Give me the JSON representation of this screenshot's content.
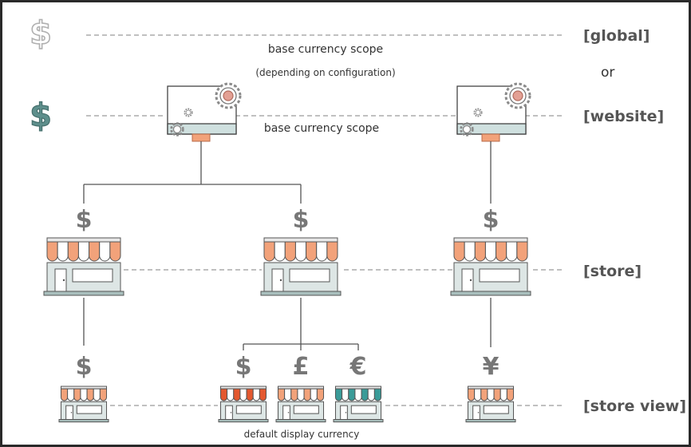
{
  "scopes": {
    "global": "[global]",
    "or": "or",
    "website": "[website]",
    "store": "[store]",
    "store_view": "[store view]"
  },
  "labels": {
    "base_scope_top": "base currency scope",
    "depending": "(depending on configuration)",
    "base_scope_website": "base currency scope",
    "default_display": "default display currency"
  },
  "currencies": {
    "store_1": "$",
    "store_2": "$",
    "store_3": "$",
    "view_1": "$",
    "view_2a": "$",
    "view_2b": "£",
    "view_2c": "€",
    "view_3": "¥"
  },
  "colors": {
    "global_dollar_outline": "#b8b8b8",
    "website_dollar": "#5e8f8c",
    "awning_orange": "#f2a27a",
    "awning_red": "#e3582f",
    "awning_teal": "#3a9b98",
    "store_wall": "#dde6e5",
    "store_base": "#a9bfbd",
    "gear": "#c78a7a"
  },
  "icons": {
    "global": "dollar-outline-icon",
    "website": "dollar-filled-icon",
    "server": "server-gear-icon",
    "store": "storefront-icon"
  }
}
